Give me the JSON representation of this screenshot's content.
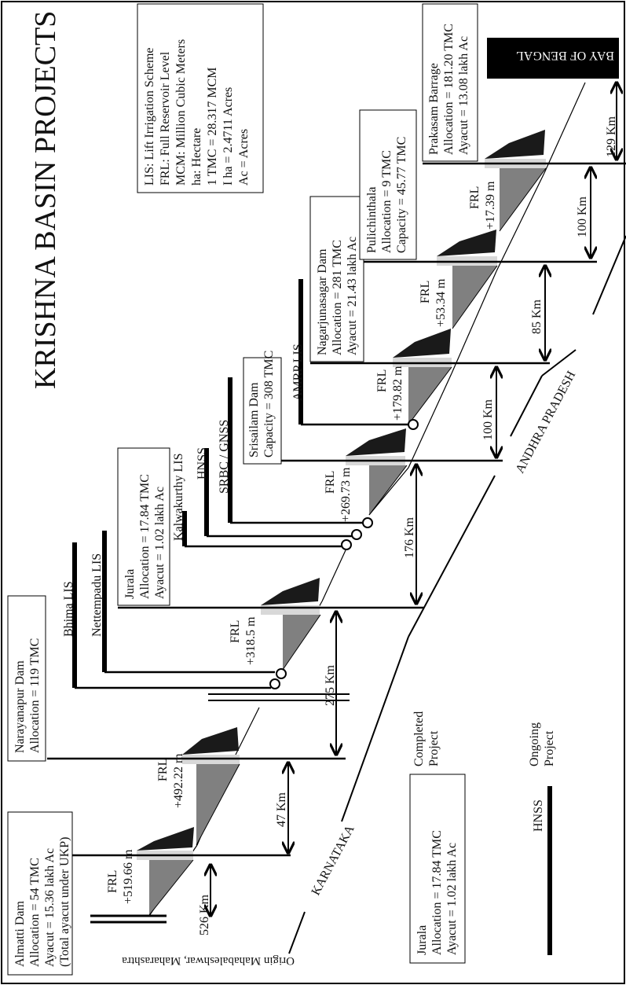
{
  "title": "KRISHNA BASIN PROJECTS",
  "abbreviations": [
    "LIS: Lift Irrigation Scheme",
    "FRL: Full Reservoir Level",
    "MCM: Million Cubic Meters",
    "ha: Hectare",
    "1 TMC = 28.317 MCM",
    "I ha = 2.4711 Acres",
    "Ac =  Acres"
  ],
  "origin": "Origin Mahabaleshwar, Maharashtra",
  "sea": "BAY OF BENGAL",
  "states": {
    "karnataka": "KARNATAKA",
    "andhra": "ANDHRA PRADESH"
  },
  "projects": [
    {
      "lines": [
        "Almatti Dam",
        "Allocation  = 54 TMC",
        "Ayacut = 15.36 lakh Ac",
        "(Total ayacut under UKP)"
      ],
      "frl": [
        "FRL",
        "+519.66 m"
      ]
    },
    {
      "lines": [
        "Narayanapur Dam",
        "Allocation = 119 TMC"
      ],
      "frl": [
        "FRL",
        "+492.22 m"
      ]
    },
    {
      "lines": [
        "Jurala",
        "Allocation = 17.84 TMC",
        "Ayacut = 1.02 lakh Ac"
      ],
      "frl": [
        "FRL",
        "+318.5 m"
      ]
    },
    {
      "lines": [
        "Srisailam Dam",
        "Capacity = 308 TMC"
      ],
      "frl": [
        "FRL",
        "+269.73 m"
      ]
    },
    {
      "lines": [
        "Nagarjunasagar Dam",
        "Allocation = 281 TMC",
        "Ayacut = 21.43 lakh Ac"
      ],
      "frl": [
        "FRL",
        "+179.82 m"
      ]
    },
    {
      "lines": [
        "Pulichinthala",
        "Allocation = 9 TMC",
        "Capacity = 45.77 TMC"
      ],
      "frl": [
        "FRL",
        "+53.34 m"
      ]
    },
    {
      "lines": [
        "Prakasam Barrage",
        "Allocation = 181.20 TMC",
        "Ayacut = 13.08 lakh Ac"
      ],
      "frl": [
        "FRL",
        "+17.39 m"
      ]
    }
  ],
  "lis": [
    "Bhima LIS",
    "Nettempadu LIS",
    "Kalwakurthy LIS",
    "HNSS",
    "SRBC / GNSS",
    "AMRP LIS"
  ],
  "distances": [
    "526 Km",
    "47 Km",
    "275 Km",
    "176 Km",
    "100 Km",
    "85 Km",
    "100 Km",
    "129 Km"
  ],
  "legend": {
    "example_lines": [
      "Jurala",
      "Allocation = 17.84 TMC",
      "Ayacut = 1.02 lakh Ac"
    ],
    "completed": [
      "Completed",
      "Project"
    ],
    "ongoing_label": "HNSS",
    "ongoing": [
      "Ongoing",
      "Project"
    ]
  },
  "colors": {
    "dam_dark": "#1a1a1a",
    "dam_grey": "#808080",
    "dam_light": "#d8d8d8",
    "line": "#000000"
  }
}
